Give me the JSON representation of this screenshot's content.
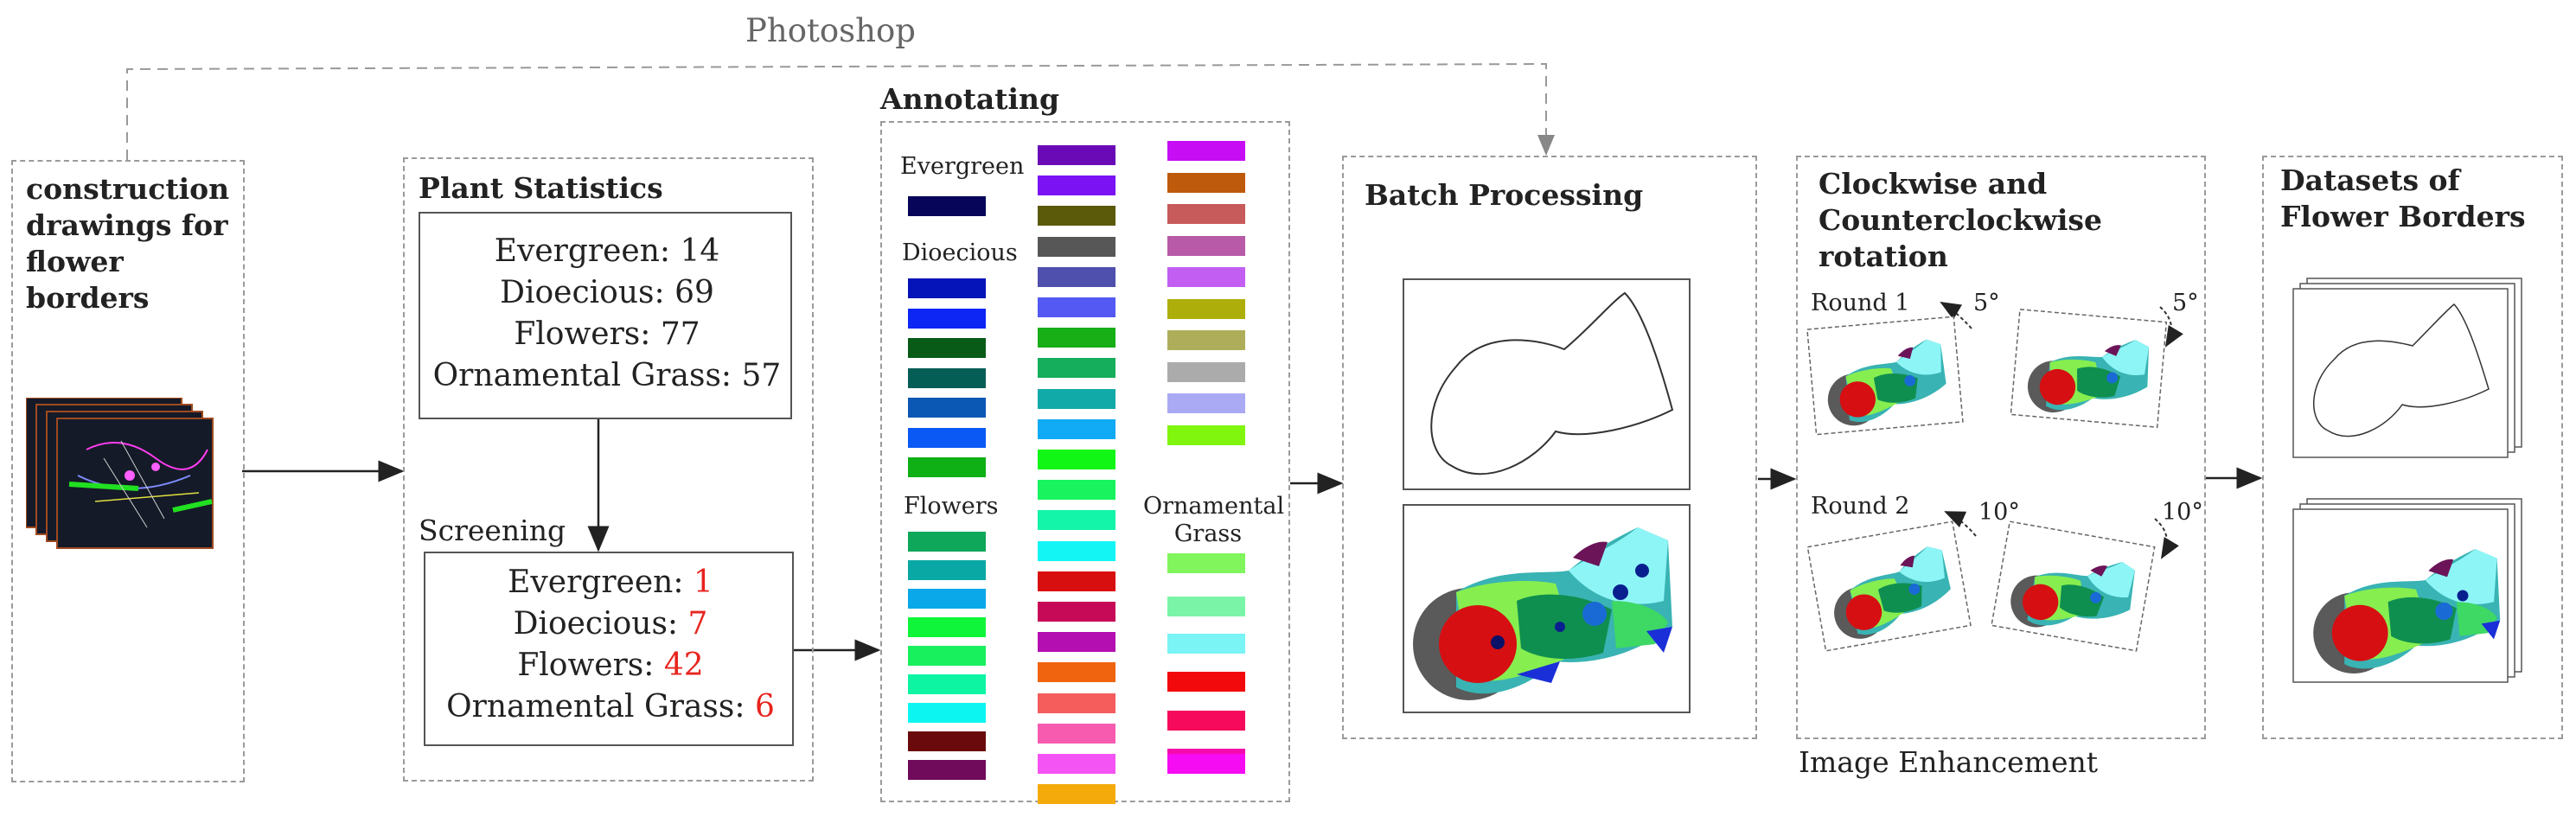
{
  "photoshop_label": "Photoshop",
  "image_enhancement_label": "Image Enhancement",
  "construction": {
    "title": "construction drawings for flower borders"
  },
  "plant_statistics": {
    "title": "Plant Statistics",
    "rows": [
      {
        "label": "Evergreen:",
        "value": "14"
      },
      {
        "label": "Dioecious:",
        "value": "69"
      },
      {
        "label": "Flowers:",
        "value": "77"
      },
      {
        "label": "Ornamental Grass:",
        "value": "57"
      }
    ]
  },
  "screening": {
    "title": "Screening",
    "rows": [
      {
        "label": "Evergreen:",
        "value": "1"
      },
      {
        "label": "Dioecious:",
        "value": "7"
      },
      {
        "label": "Flowers:",
        "value": "42"
      },
      {
        "label": "Ornamental Grass:",
        "value": "6"
      }
    ]
  },
  "annotating": {
    "title": "Annotating",
    "groups": {
      "evergreen": "Evergreen",
      "dioecious": "Dioecious",
      "flowers": "Flowers",
      "ornamental": "Ornamental Grass"
    },
    "col1_colors": [
      "#060559",
      "#0414b8",
      "#0d26f4",
      "#075b17",
      "#045e55",
      "#0a57b4",
      "#0a59f5",
      "#0fb015",
      "#0fa75a",
      "#0aa8a4",
      "#0aa8e9",
      "#0ff53a",
      "#18f05e",
      "#0df5a3",
      "#0df5f0",
      "#6b0a0c",
      "#700a5a"
    ],
    "col2_colors": [
      "#6a0ab7",
      "#7a12f4",
      "#5b5a0b",
      "#575757",
      "#4f4fad",
      "#5359f2",
      "#17ae16",
      "#14ae5c",
      "#11aaa8",
      "#11aaf4",
      "#12f616",
      "#18f35e",
      "#13f5a8",
      "#13f5f5",
      "#d80f0f",
      "#c70a57",
      "#b40fb0",
      "#f0630f",
      "#f55c5c",
      "#f75bb0",
      "#f554f4",
      "#f5aa0c"
    ],
    "col3_colors": [
      "#c60df4",
      "#be5a0b",
      "#c75a5a",
      "#b85aa8",
      "#c25ef2",
      "#aeae0b",
      "#aeae5a",
      "#ababab",
      "#aaaaf4",
      "#80f60f",
      "#80f55c",
      "#7af5a8",
      "#7af4f4",
      "#f2090b",
      "#f50a5c",
      "#f50aac",
      "#f50cf2"
    ]
  },
  "batch": {
    "title": "Batch Processing"
  },
  "rotation": {
    "title": "Clockwise and Counterclockwise rotation",
    "round1": "Round 1",
    "round2": "Round 2",
    "angle1": "5°",
    "angle2": "10°"
  },
  "datasets": {
    "title": "Datasets of Flower Borders"
  }
}
